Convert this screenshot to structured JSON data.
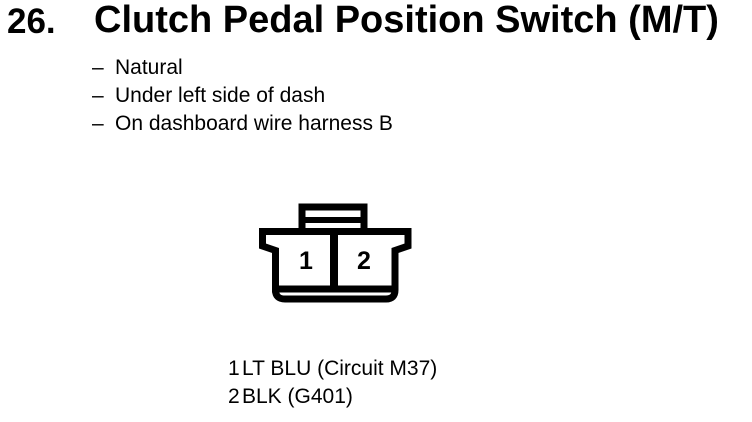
{
  "header": {
    "number": "26.",
    "title": "Clutch Pedal Position Switch (M/T)"
  },
  "details": [
    {
      "bullet": "–",
      "text": "Natural"
    },
    {
      "bullet": "–",
      "text": "Under left side of dash"
    },
    {
      "bullet": "–",
      "text": "On dashboard wire harness B"
    }
  ],
  "connector": {
    "description": "2-pin connector, face view with top latch tab",
    "pins": [
      {
        "number": "1"
      },
      {
        "number": "2"
      }
    ]
  },
  "legend": [
    {
      "pin": "1",
      "wire": "LT BLU (Circuit M37)"
    },
    {
      "pin": "2",
      "wire": "BLK (G401)"
    }
  ],
  "colors": {
    "ink": "#000000",
    "paper": "#ffffff"
  }
}
